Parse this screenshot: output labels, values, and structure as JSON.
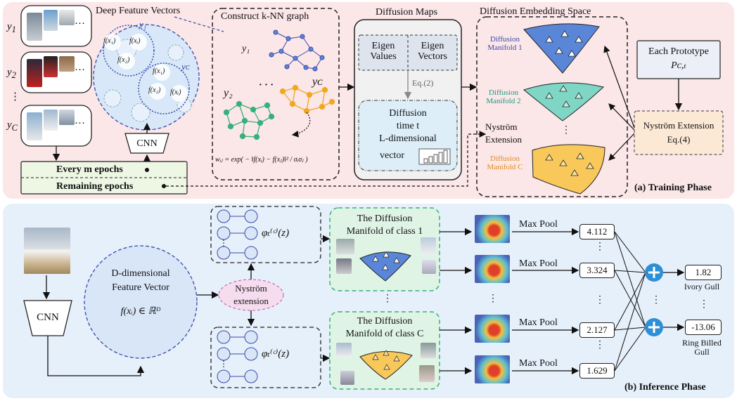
{
  "training": {
    "class_labels": [
      "y",
      "y",
      "y"
    ],
    "class_subs": [
      "1",
      "2",
      "C"
    ],
    "dots": "⋮",
    "ellipsis": "···",
    "deep_feature_title": "Deep Feature Vectors",
    "feature_items": [
      "f(x₁)",
      "f(xᵢ)",
      "f(x₂)",
      "f(x₁)",
      "f(x₂)",
      "f(xᵢ)"
    ],
    "cluster_y1": "y₁",
    "cluster_yc": "yᴄ",
    "cnn_label": "CNN",
    "every_epochs": "Every m epochs",
    "remaining_epochs": "Remaining epochs",
    "knn_title": "Construct k-NN graph",
    "knn_y1": "y₁",
    "knn_y2": "y₂",
    "knn_yc": "yᴄ",
    "knn_dots": "· · ·",
    "weight_formula": "wᵢⱼ = exp( − ‖f(xᵢ) − f(xⱼ)‖² / σᵢσⱼ )",
    "diffusion_maps_title": "Diffusion Maps",
    "eigen_values": "Eigen Values",
    "eigen_vectors": "Eigen Vectors",
    "eq2": "Eq.(2)",
    "diffusion_line1": "Diffusion",
    "diffusion_line2": "time t",
    "diffusion_line3": "L-dimensional",
    "diffusion_line4": "vector",
    "nystrom_label": "Nyström",
    "extension_label": "Extension",
    "embedding_title": "Diffusion Embedding Space",
    "manifold1": "Diffusion Manifold 1",
    "manifold2": "Diffusion Manifold 2",
    "manifoldC": "Diffusion Manifold C",
    "prototype_line1": "Each Prototype",
    "prototype_line2": "Pᴄ,ₜ",
    "nystrom_ext_line1": "Nyström Extension",
    "nystrom_ext_line2": "Eq.(4)",
    "phase_label": "(a) Training Phase"
  },
  "inference": {
    "cnn_label": "CNN",
    "feature_line1": "D-dimensional",
    "feature_line2": "Feature Vector",
    "feature_formula": "f(xᵢ) ∈ ℝᴰ",
    "nystrom_line1": "Nyström",
    "nystrom_line2": "extension",
    "phi_top": "φₜ⁽ᶜ⁾(z)",
    "phi_bottom": "φₜ⁽ᶜ⁾(z)",
    "manifold_top_line1": "The Diffusion",
    "manifold_top_line2": "Manifold of class 1",
    "manifold_bottom_line1": "The Diffusion",
    "manifold_bottom_line2": "Manifold of class C",
    "max_pool": "Max Pool",
    "values": [
      "4.112",
      "3.324",
      "2.127",
      "1.629"
    ],
    "scores": [
      "1.82",
      "-13.06"
    ],
    "class_names": [
      "Ivory Gull",
      "Ring Billed Gull"
    ],
    "dots": "⋮",
    "phase_label": "(b) Inference Phase"
  },
  "colors": {
    "training_bg": "#fbe6e8",
    "inference_bg": "#e6f0fb",
    "manifold1": "#5a86d8",
    "manifold2": "#7fd6c4",
    "manifoldC": "#f8c85a",
    "blue_text": "#3a4aa8",
    "teal_text": "#1f9a80",
    "orange_text": "#e38b18",
    "green_graph": "#37b07a",
    "orange_graph": "#f0a820",
    "plus_blue": "#2f8fd6"
  }
}
